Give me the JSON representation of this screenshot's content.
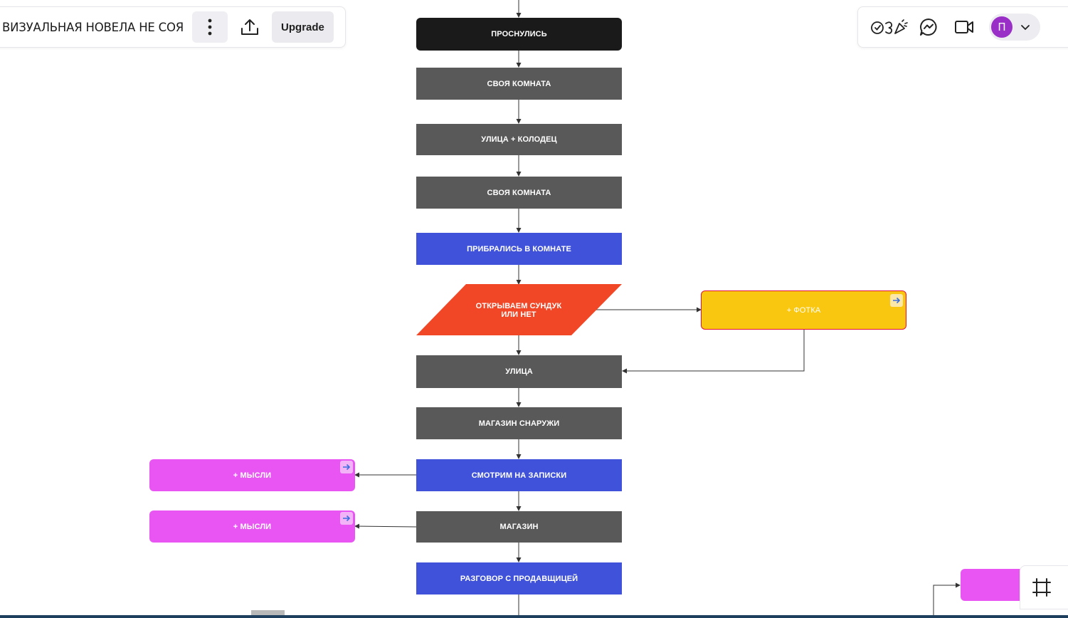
{
  "board": {
    "title": "ВИЗУАЛЬНАЯ НОВЕЛА НЕ СОЯ",
    "upgrade_label": "Upgrade"
  },
  "collab": {
    "avatar_letter": "П"
  },
  "icons": {
    "more": "more-vertical-icon",
    "share": "upload-icon",
    "reactions": "celebrate-icon",
    "chat": "chat-icon",
    "video": "video-icon",
    "dropdown": "chevron-down-icon",
    "frame": "frame-icon"
  },
  "colors": {
    "black": "#1a1a1a",
    "gray": "#595959",
    "blue": "#3f52d9",
    "orange": "#f24726",
    "yellow": "#fac710",
    "pink": "#e855f3",
    "avatar": "#9a2fc8"
  },
  "flow": {
    "nodes": [
      {
        "id": "woke-up",
        "label": "ПРОСНУЛИСЬ",
        "color": "black"
      },
      {
        "id": "own-room-1",
        "label": "СВОЯ КОМНАТА",
        "color": "gray"
      },
      {
        "id": "street-well",
        "label": "УЛИЦА + КОЛОДЕЦ",
        "color": "gray"
      },
      {
        "id": "own-room-2",
        "label": "СВОЯ КОМНАТА",
        "color": "gray"
      },
      {
        "id": "cleaned-room",
        "label": "ПРИБРАЛИСЬ В КОМНАТЕ",
        "color": "blue"
      },
      {
        "id": "chest-decision",
        "label": "ОТКРЫВАЕМ СУНДУК\nИЛИ НЕТ",
        "color": "orange"
      },
      {
        "id": "photo",
        "label": "+ ФОТКА",
        "color": "yellow"
      },
      {
        "id": "street",
        "label": "УЛИЦА",
        "color": "gray"
      },
      {
        "id": "shop-outside",
        "label": "МАГАЗИН СНАРУЖИ",
        "color": "gray"
      },
      {
        "id": "look-notes",
        "label": "СМОТРИМ НА ЗАПИСКИ",
        "color": "blue"
      },
      {
        "id": "thoughts-1",
        "label": "+ МЫСЛИ",
        "color": "pink"
      },
      {
        "id": "shop",
        "label": "МАГАЗИН",
        "color": "gray"
      },
      {
        "id": "thoughts-2",
        "label": "+ МЫСЛИ",
        "color": "pink"
      },
      {
        "id": "talk-seller",
        "label": "РАЗГОВОР С ПРОДАВЩИЦЕЙ",
        "color": "blue"
      },
      {
        "id": "offscreen-pink",
        "label": "",
        "color": "pink"
      }
    ]
  }
}
